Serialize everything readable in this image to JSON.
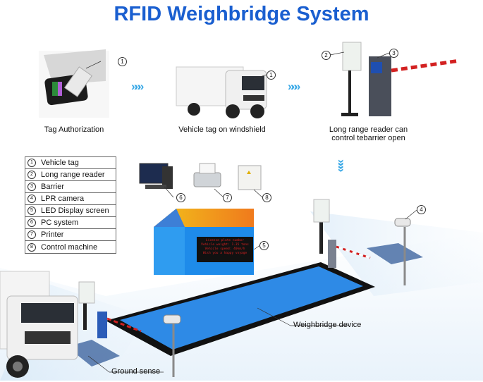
{
  "title": "RFID Weighbridge System",
  "steps": [
    {
      "label": "Tag Authorization"
    },
    {
      "label": "Vehicle tag on windshield"
    },
    {
      "label_line1": "Long range reader can",
      "label_line2": "control tebarrier open"
    }
  ],
  "callouts": [
    "1",
    "1",
    "2",
    "3",
    "4",
    "5",
    "6",
    "7",
    "8"
  ],
  "legend": [
    {
      "num": "1",
      "label": "Vehicle tag"
    },
    {
      "num": "2",
      "label": "Long range reader"
    },
    {
      "num": "3",
      "label": "Barrier"
    },
    {
      "num": "4",
      "label": "LPR camera"
    },
    {
      "num": "5",
      "label": "LED Display screen"
    },
    {
      "num": "6",
      "label": "PC system"
    },
    {
      "num": "7",
      "label": "Printer"
    },
    {
      "num": "8",
      "label": "Control machine"
    }
  ],
  "led_screen": [
    "License plate number",
    "Vehicle weight: 1.35 tons",
    "Vehicle speed: 40km/h",
    "Wish you a happy voyage"
  ],
  "labels": {
    "weighbridge": "Weighbridge device",
    "ground_sense": "Ground sense"
  },
  "arrow_glyph": "»»»",
  "colors": {
    "title": "#1a5fd0",
    "platform": "#2e8ae6",
    "arrows": "#39a8e6"
  }
}
